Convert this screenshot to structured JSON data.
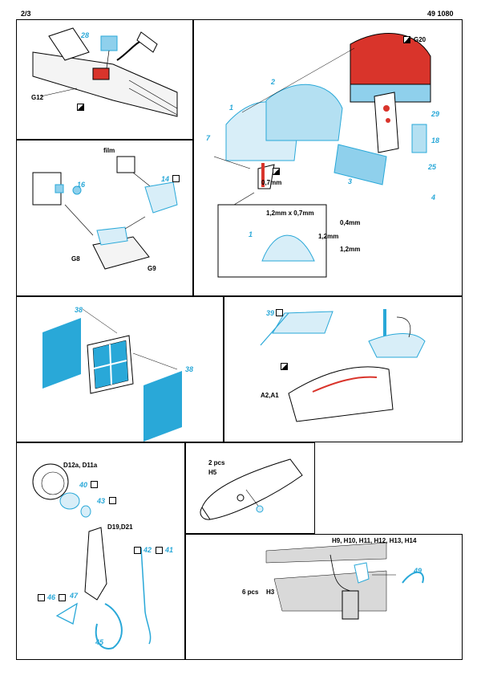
{
  "page": {
    "number": "2/3",
    "product_code": "49 1080"
  },
  "colors": {
    "etch": "#29a8d8",
    "etch_fill": "#8fd0ec",
    "red": "#d9342b",
    "line": "#000000"
  },
  "panel1": {
    "part_28": "28",
    "ref_g12": "G12"
  },
  "panel2": {
    "film": "film",
    "part_14": "14",
    "part_16": "16",
    "ref_g8": "G8",
    "ref_g9": "G9"
  },
  "panel3": {
    "ref_g20": "G20",
    "part_1": "1",
    "part_2": "2",
    "part_3": "3",
    "part_4": "4",
    "part_7": "7",
    "part_18": "18",
    "part_25": "25",
    "part_29": "29",
    "dim_07": "0,7mm",
    "inset": {
      "dim_main": "1,2mm x 0,7mm",
      "part_1": "1",
      "dim_04": "0,4mm",
      "dim_12a": "1,2mm",
      "dim_12b": "1,2mm"
    }
  },
  "panel4": {
    "part_38a": "38",
    "part_38b": "38"
  },
  "panel5": {
    "part_39": "39",
    "ref_a2a1": "A2,A1"
  },
  "panel6": {
    "ref_d12": "D12a, D11a",
    "part_40": "40",
    "part_43": "43",
    "ref_d19": "D19,D21",
    "part_42": "42",
    "part_41": "41",
    "part_46": "46",
    "part_47": "47",
    "part_45": "45"
  },
  "panel7": {
    "qty": "2 pcs",
    "ref_h5": "H5"
  },
  "panel8": {
    "refs_h": "H9, H10, H11, H12, H13, H14",
    "qty": "6 pcs",
    "ref_h3": "H3",
    "part_49": "49"
  }
}
